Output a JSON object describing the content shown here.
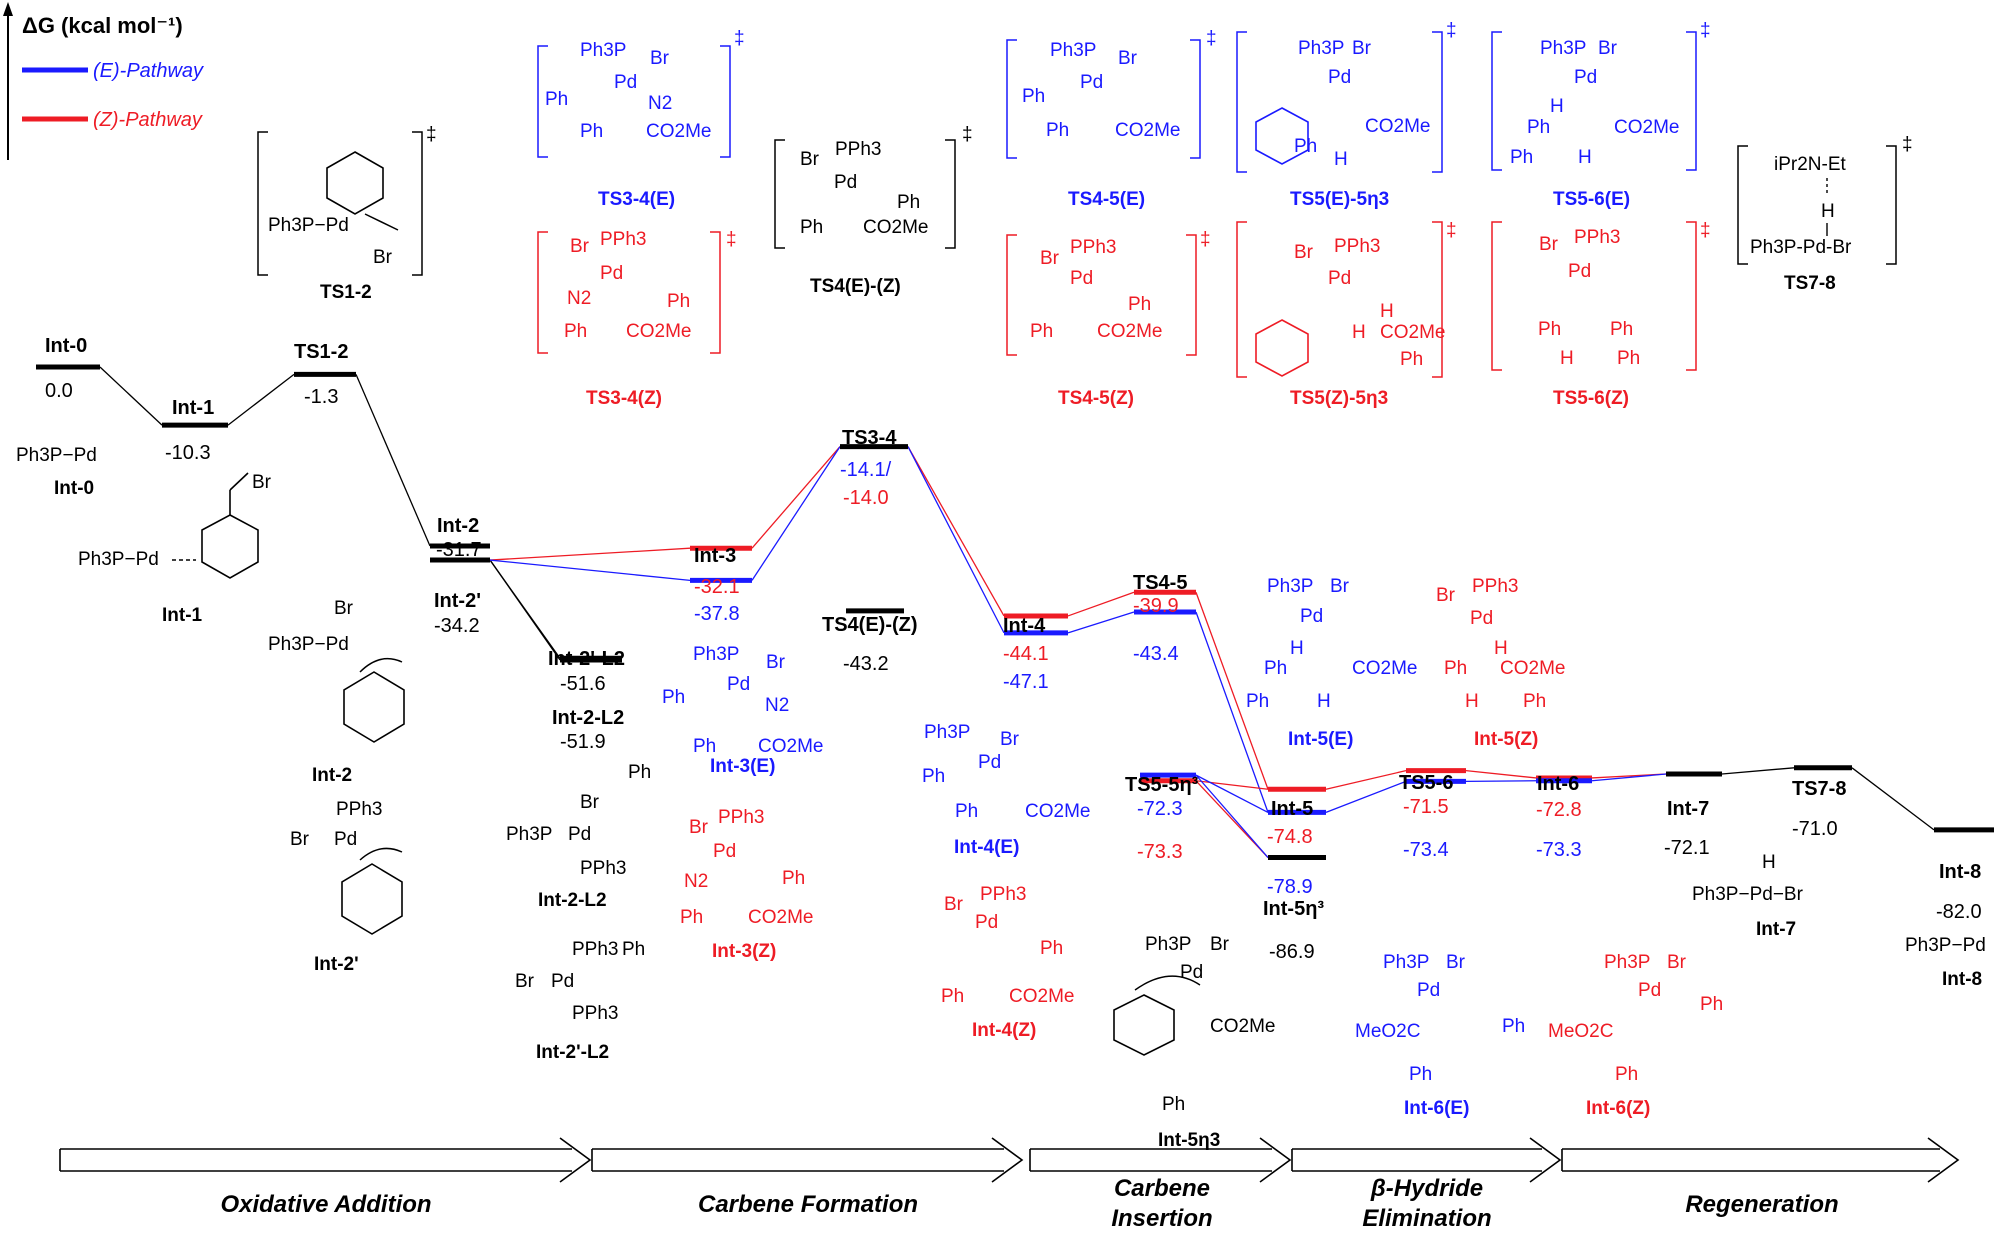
{
  "legend": {
    "title": "ΔG (kcal mol⁻¹)",
    "e_pathway": "(E)-Pathway",
    "z_pathway": "(Z)-Pathway"
  },
  "colors": {
    "black": "#000000",
    "blue": "#1a1aff",
    "red": "#ee1c25"
  },
  "levels": [
    {
      "name": "Int-0",
      "label": "Int-0",
      "value": "0.0",
      "energy": 0.0,
      "color": "black"
    },
    {
      "name": "Int-1",
      "label": "Int-1",
      "value": "-10.3",
      "energy": -10.3,
      "color": "black"
    },
    {
      "name": "TS1-2",
      "label": "TS1-2",
      "value": "-1.3",
      "energy": -1.3,
      "color": "black"
    },
    {
      "name": "Int-2",
      "label": "Int-2",
      "value": "-31.7",
      "energy": -31.7,
      "color": "black"
    },
    {
      "name": "Int-2p",
      "label": "Int-2'",
      "value": "-34.2",
      "energy": -34.2,
      "color": "black"
    },
    {
      "name": "Int-2p-L2",
      "label": "Int-2'-L2",
      "value": "-51.6",
      "energy": -51.6,
      "color": "black"
    },
    {
      "name": "Int-2-L2",
      "label": "Int-2-L2",
      "value": "-51.9",
      "energy": -51.9,
      "color": "black"
    },
    {
      "name": "Int-3-Z",
      "label": "Int-3",
      "value": "-32.1",
      "energy": -32.1,
      "color": "red"
    },
    {
      "name": "Int-3-E",
      "label": "",
      "value": "-37.8",
      "energy": -37.8,
      "color": "blue"
    },
    {
      "name": "TS3-4",
      "label": "TS3-4",
      "value": "-14.1/",
      "value2": "-14.0",
      "energy": -14.1,
      "color": "black"
    },
    {
      "name": "TS4EZ",
      "label": "TS4(E)-(Z)",
      "value": "-43.2",
      "energy": -43.2,
      "color": "black"
    },
    {
      "name": "Int-4-Z",
      "label": "Int-4",
      "value": "-44.1",
      "energy": -44.1,
      "color": "red"
    },
    {
      "name": "Int-4-E",
      "label": "",
      "value": "-47.1",
      "energy": -47.1,
      "color": "blue"
    },
    {
      "name": "TS4-5-Z",
      "label": "TS4-5",
      "value": "-39.9",
      "energy": -39.9,
      "color": "red"
    },
    {
      "name": "TS4-5-E",
      "label": "",
      "value": "-43.4",
      "energy": -43.4,
      "color": "blue"
    },
    {
      "name": "TS5-5h3-E",
      "label": "TS5-5η³",
      "value": "-72.3",
      "energy": -72.3,
      "color": "blue"
    },
    {
      "name": "TS5-5h3-Z",
      "label": "",
      "value": "-73.3",
      "energy": -73.3,
      "color": "red"
    },
    {
      "name": "Int-5-Z",
      "label": "Int-5",
      "value": "-74.8",
      "energy": -74.8,
      "color": "red"
    },
    {
      "name": "Int-5-E",
      "label": "",
      "value": "-78.9",
      "energy": -78.9,
      "color": "blue"
    },
    {
      "name": "Int-5h3",
      "label": "Int-5η³",
      "value": "-86.9",
      "energy": -86.9,
      "color": "black"
    },
    {
      "name": "TS5-6-Z",
      "label": "TS5-6",
      "value": "-71.5",
      "energy": -71.5,
      "color": "red"
    },
    {
      "name": "TS5-6-E",
      "label": "",
      "value": "-73.4",
      "energy": -73.4,
      "color": "blue"
    },
    {
      "name": "Int-6-Z",
      "label": "Int-6",
      "value": "-72.8",
      "energy": -72.8,
      "color": "red"
    },
    {
      "name": "Int-6-E",
      "label": "",
      "value": "-73.3",
      "energy": -73.3,
      "color": "blue"
    },
    {
      "name": "Int-7",
      "label": "Int-7",
      "value": "-72.1",
      "energy": -72.1,
      "color": "black"
    },
    {
      "name": "TS7-8",
      "label": "TS7-8",
      "value": "-71.0",
      "energy": -71.0,
      "color": "black"
    },
    {
      "name": "Int-8",
      "label": "Int-8",
      "value": "-82.0",
      "energy": -82.0,
      "color": "black"
    }
  ],
  "ts_structures": {
    "ts12": "TS1-2",
    "ts34e": "TS3-4(E)",
    "ts34z": "TS3-4(Z)",
    "ts4ez": "TS4(E)-(Z)",
    "ts45e": "TS4-5(E)",
    "ts45z": "TS4-5(Z)",
    "ts55e": "TS5(E)-5η3",
    "ts55z": "TS5(Z)-5η3",
    "ts56e": "TS5-6(E)",
    "ts56z": "TS5-6(Z)",
    "ts78": "TS7-8",
    "dagger": "‡"
  },
  "structures": {
    "int0": "Int-0",
    "int1": "Int-1",
    "int2": "Int-2",
    "int2p": "Int-2'",
    "int2l2": "Int-2-L2",
    "int2pl2": "Int-2'-L2",
    "int3e": "Int-3(E)",
    "int3z": "Int-3(Z)",
    "int4e": "Int-4(E)",
    "int4z": "Int-4(Z)",
    "int5e": "Int-5(E)",
    "int5z": "Int-5(Z)",
    "int5h3": "Int-5η3",
    "int6e": "Int-6(E)",
    "int6z": "Int-6(Z)",
    "int7": "Int-7",
    "int8": "Int-8"
  },
  "fragments": {
    "ph3p_pd": "Ph3P−Pd",
    "ph3p_pd_br": "Ph3P−Pd−Br",
    "ph3p_pd_br_ts7": "Ph3P-Pd-Br",
    "ph3p": "Ph3P",
    "pph3": "PPh3",
    "pd": "Pd",
    "br": "Br",
    "ph": "Ph",
    "h": "H",
    "n2": "N2",
    "co2me": "CO2Me",
    "meo2c": "MeO2C",
    "ipr2net": "iPr2N-Et"
  },
  "stages": [
    {
      "label": "Oxidative Addition"
    },
    {
      "label": "Carbene Formation"
    },
    {
      "label": "Carbene",
      "label2": "Insertion"
    },
    {
      "label": "β-Hydride",
      "label2": "Elimination"
    },
    {
      "label": "Regeneration"
    }
  ]
}
